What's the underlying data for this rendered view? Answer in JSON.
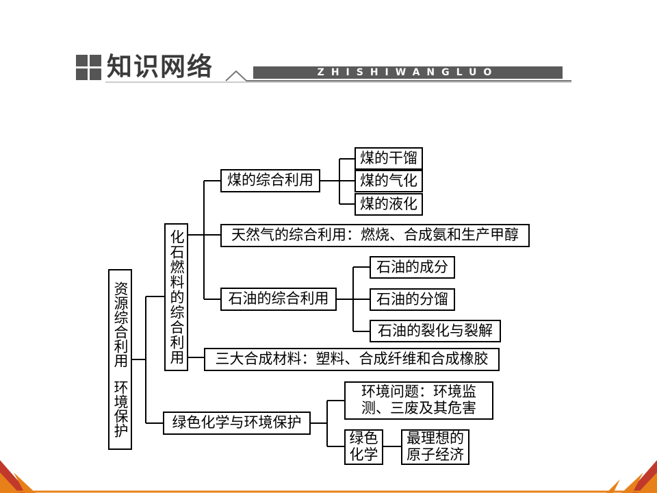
{
  "header": {
    "title": "知识网络",
    "pinyin": "ZHISHIWANGLUO"
  },
  "diagram": {
    "root": {
      "line1": "资源综合利用",
      "line2": "环境保护"
    },
    "fossil": "化石燃料的综合利用",
    "coal": "煤的综合利用",
    "coal_items": [
      "煤的干馏",
      "煤的气化",
      "煤的液化"
    ],
    "gas": "天然气的综合利用：燃烧、合成氨和生产甲醇",
    "oil": "石油的综合利用",
    "oil_items": [
      "石油的成分",
      "石油的分馏",
      "石油的裂化与裂解"
    ],
    "materials": "三大合成材料：塑料、合成纤维和合成橡胶",
    "green": "绿色化学与环境保护",
    "env_problem": "环境问题：环境监测、三废及其危害",
    "green_chem": "绿色化学",
    "ideal": "最理想的原子经济"
  },
  "colors": {
    "header_gray": "#555555",
    "corner_orange": "#e8801a",
    "corner_dark": "#c0392b"
  }
}
